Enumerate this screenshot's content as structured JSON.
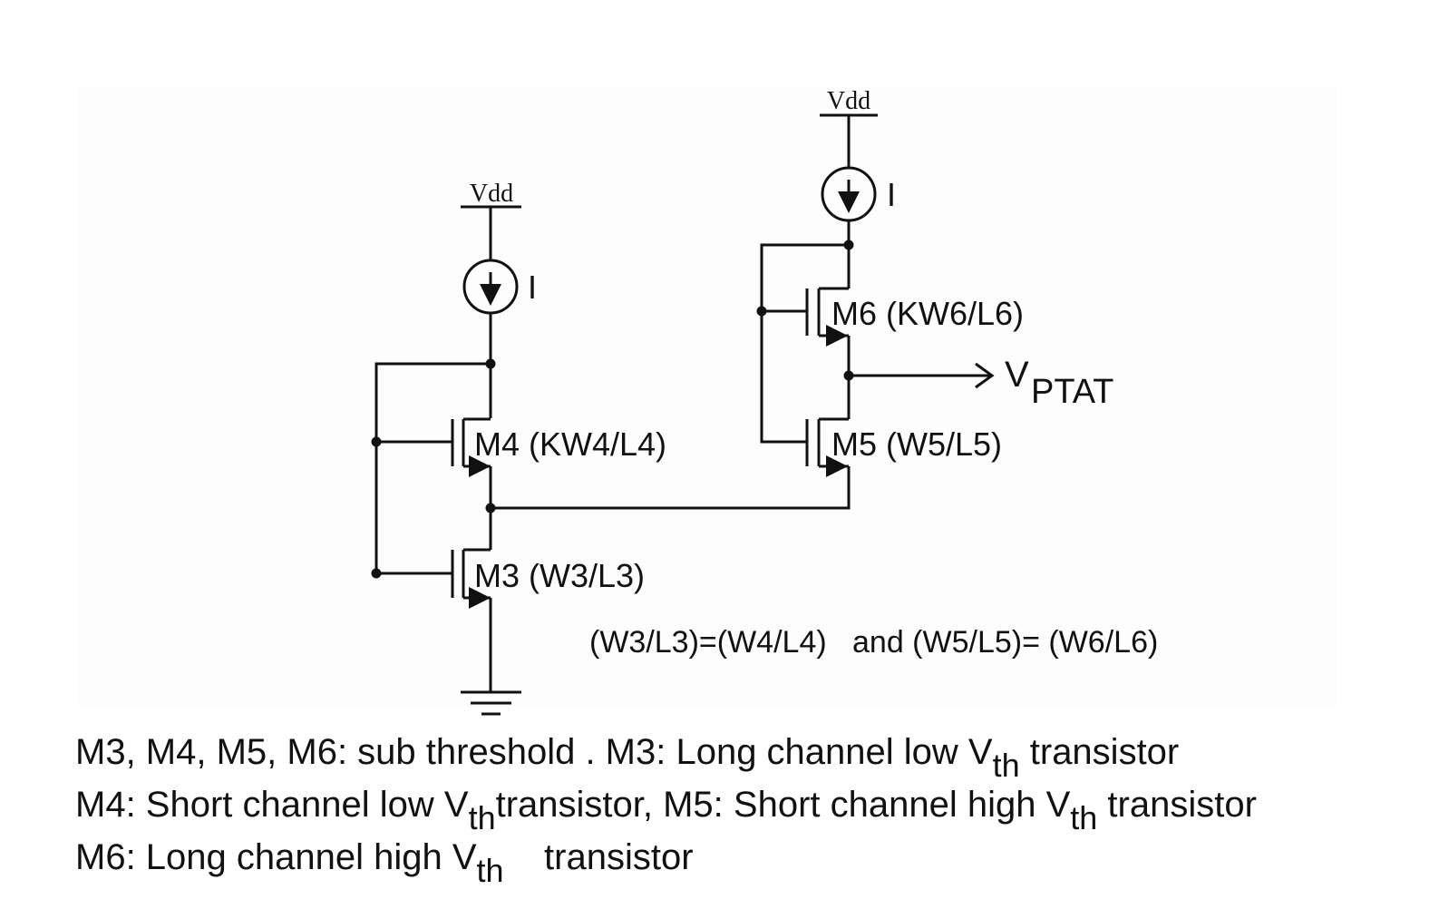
{
  "supply_label": "Vdd",
  "current_label": "I",
  "transistors": {
    "m3": "M3 (W3/L3)",
    "m4": "M4 (KW4/L4)",
    "m5": "M5 (W5/L5)",
    "m6": "M6 (KW6/L6)"
  },
  "output": {
    "v": "V",
    "sub": "PTAT"
  },
  "equation": "(W3/L3)=(W4/L4)   and (W5/L5)= (W6/L6)",
  "notes": {
    "line1_a": "M3, M4, M5, M6: sub threshold .   M3: Long channel low V",
    "line1_sub": "th",
    "line1_b": " transistor",
    "line2_a": "M4: Short channel low V",
    "line2_sub1": "th",
    "line2_b": "transistor, M5: Short channel high V",
    "line2_sub2": "th",
    "line2_c": " transistor",
    "line3_a": "M6: Long channel high V",
    "line3_sub": "th",
    "line3_b": "    transistor"
  }
}
